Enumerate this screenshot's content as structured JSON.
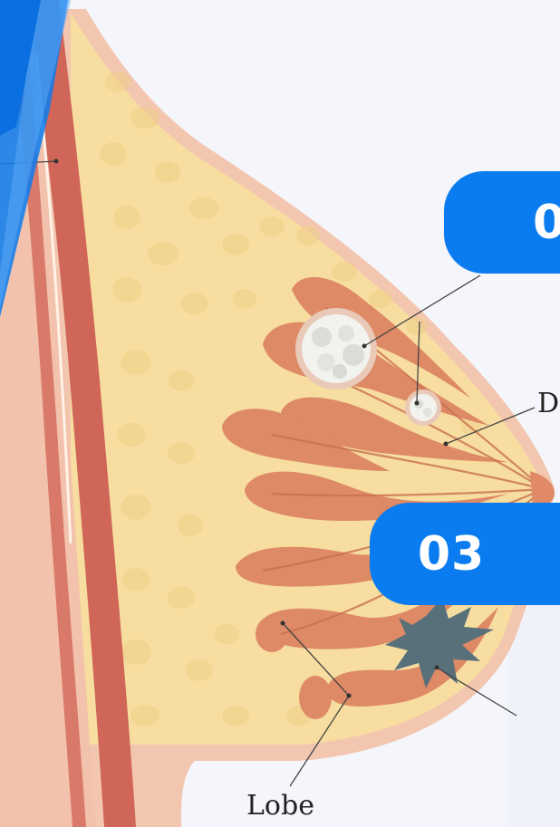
{
  "badges": {
    "top": "0",
    "middle": "03"
  },
  "labels": {
    "lobe": "Lobe",
    "duct": "D"
  },
  "colors": {
    "accent_blue": "#0a7cf0",
    "muscle_red": "#cf6657",
    "fat_yellow": "#f7dda0",
    "lobule_orange": "#de8a66",
    "tumor_gray": "#58707a",
    "skin_pink": "#f2c2ac"
  }
}
